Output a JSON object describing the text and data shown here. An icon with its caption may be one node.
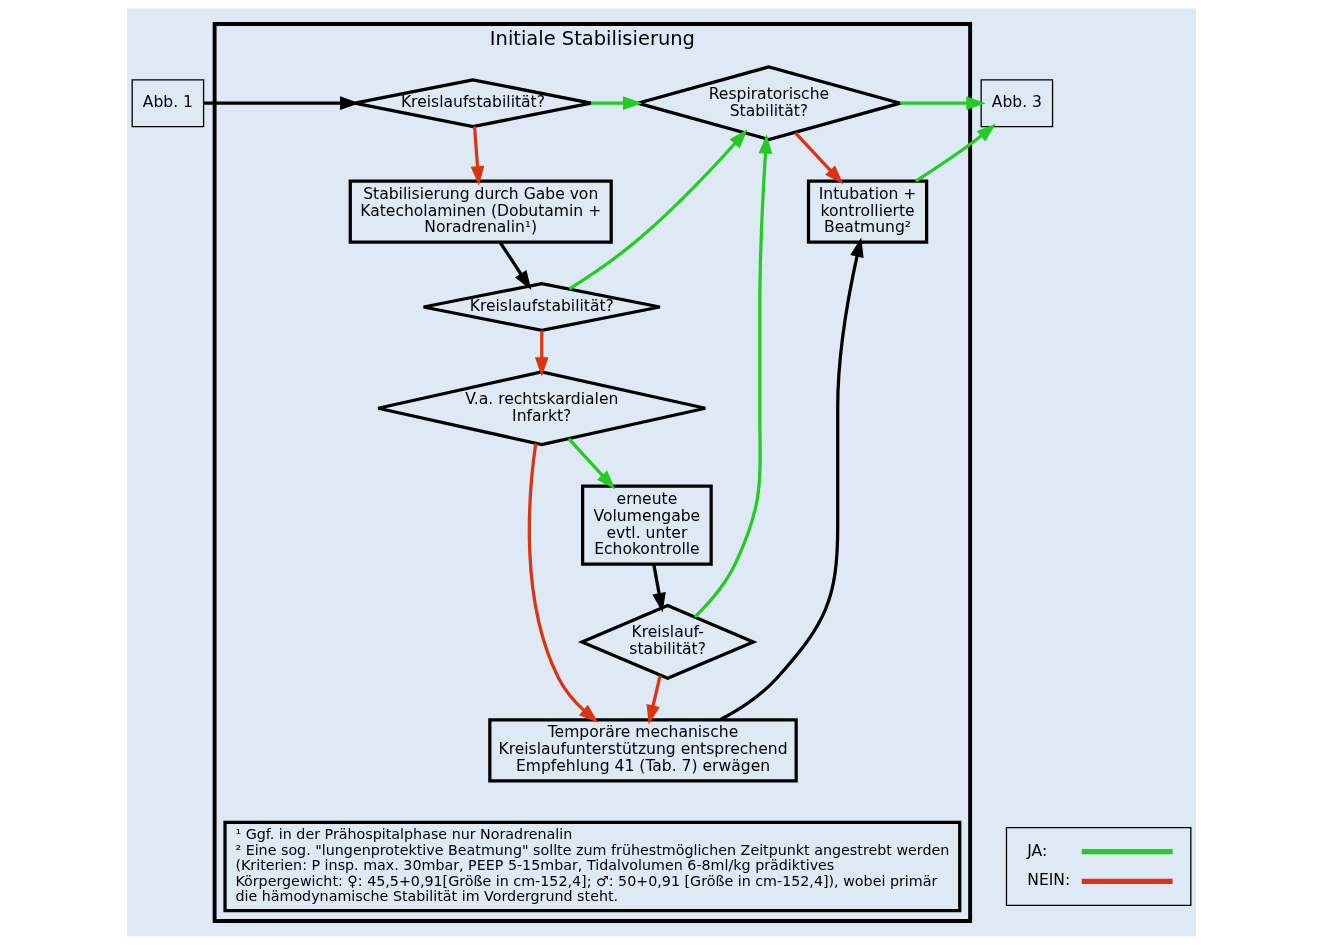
{
  "diagram": {
    "nodes": [
      {
        "text": [
          "Abb. 1"
        ]
      },
      {
        "text": [
          "Initiale Stabilisierung"
        ]
      },
      {
        "text": [
          "Kreislaufstabilität?"
        ],
        "in": 1
      },
      {
        "text": [
          "Stabilisierung durch Gabe von Katecholaminen (Dobutamin + Noradrenalin¹)"
        ],
        "in": 1
      },
      {
        "text": [
          "Kreislaufstabilität?"
        ],
        "in": 1
      },
      {
        "text": [
          "V.a. rechtskardialen Infarkt?"
        ],
        "in": 1
      },
      {
        "text": [
          "erneute Volumengabe evtl. unter Echokontrolle"
        ],
        "in": 1
      },
      {
        "text": [
          "Kreislauf- stabilität?"
        ],
        "in": 1
      },
      {
        "text": [
          "Respiratorische Stabilität?"
        ],
        "in": 1
      },
      {
        "text": [
          "Intubation + kontrollierte Beatmung²"
        ],
        "in": 1
      },
      {
        "text": [
          "Temporäre mechanische Kreislaufunterstützung entsprechend Empfehlung 41 (Tab. 7) erwägen"
        ],
        "in": 1
      },
      {
        "text": [
          "Abb. 3"
        ]
      },
      {
        "text": [
          "¹ Ggf. in der Prähospitalphase nur Noradrenalin",
          "² Eine sog. \"lungenprotektive Beatmung\" sollte zum frühestmöglichen Zeitpunkt angestrebt werden (Kriterien: P insp. max. 30mbar, PEEP 5-15mbar, Tidalvolumen 6-8ml/kg prädiktives Körpergewicht: ♀: 45,5+0,91[Größe in cm-152,4]; ♂: 50+0,91 [Größe in cm-152,4]), wobei primär die hämodynamische Stabilität im Vordergrund steht."
        ],
        "in": 1
      }
    ],
    "edges": [
      {
        "from": 0,
        "to": 2,
        "arrow": "to",
        "color": "#000000"
      },
      {
        "from": 2,
        "to": 8,
        "arrow": "to",
        "color": "#22cc22"
      },
      {
        "from": 2,
        "to": 3,
        "arrow": "to",
        "color": "#dd3311"
      },
      {
        "from": 3,
        "to": 4,
        "arrow": "to",
        "color": "#000000"
      },
      {
        "from": 4,
        "to": 8,
        "arrow": "to",
        "color": "#22cc22"
      },
      {
        "from": 4,
        "to": 5,
        "arrow": "to",
        "color": "#dd3311"
      },
      {
        "from": 5,
        "to": 6,
        "arrow": "to",
        "color": "#22cc22"
      },
      {
        "from": 6,
        "to": 7,
        "arrow": "to",
        "color": "#000000"
      },
      {
        "from": 7,
        "to": 8,
        "arrow": "to",
        "color": "#22cc22"
      },
      {
        "from": 7,
        "to": 10,
        "arrow": "to",
        "color": "#dd3311"
      },
      {
        "from": 5,
        "to": 10,
        "arrow": "to",
        "color": "#dd3311"
      },
      {
        "from": 10,
        "to": 9,
        "arrow": "to",
        "color": "#000000"
      },
      {
        "from": 8,
        "to": 9,
        "arrow": "to",
        "color": "#dd3311"
      },
      {
        "from": 8,
        "to": 11,
        "arrow": "to",
        "color": "#22cc22"
      },
      {
        "from": 9,
        "to": 11,
        "arrow": "to",
        "color": "#22cc22"
      }
    ],
    "legend": [
      {
        "text": "JA:"
      },
      {
        "text": "NEIN:"
      }
    ]
  }
}
